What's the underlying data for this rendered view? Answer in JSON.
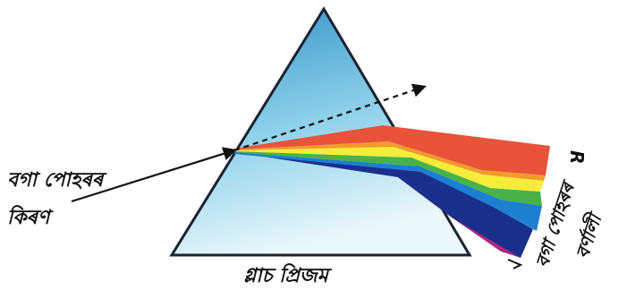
{
  "labels": {
    "incident_line1": "বগা পোহৰৰ",
    "incident_line2": "কিৰণ",
    "prism": "গ্লাচ প্ৰিজম",
    "red_marker": "R",
    "spectrum_line1": "বগা পোহৰৰ",
    "spectrum_line2": "বৰ্ণালী"
  },
  "colors": {
    "prism_top": "#2f8fc6",
    "prism_mid": "#8fd1ea",
    "prism_bottom": "#eaf7fb",
    "red": "#e8533a",
    "orange": "#f39a2a",
    "yellow": "#f6ec3a",
    "green": "#49b14a",
    "blue": "#1d7fd0",
    "indigo": "#1a2f8c",
    "violet": "#b0287f"
  },
  "spectrum_bands": [
    "red",
    "orange",
    "yellow",
    "green",
    "blue",
    "indigo",
    "violet"
  ]
}
